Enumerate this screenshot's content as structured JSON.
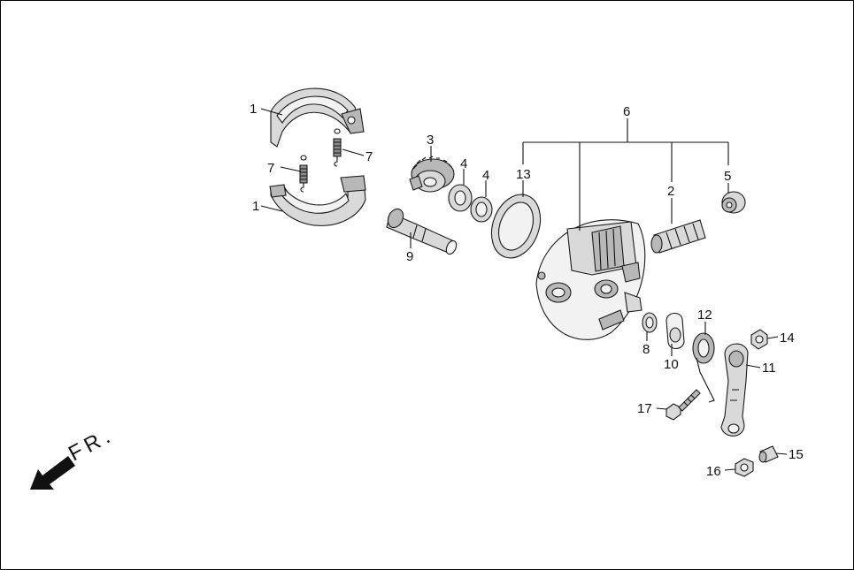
{
  "direction_label": "FR.",
  "callouts": [
    {
      "id": "c1a",
      "text": "1"
    },
    {
      "id": "c1b",
      "text": "1"
    },
    {
      "id": "c2",
      "text": "2"
    },
    {
      "id": "c3",
      "text": "3"
    },
    {
      "id": "c4a",
      "text": "4"
    },
    {
      "id": "c4b",
      "text": "4"
    },
    {
      "id": "c5",
      "text": "5"
    },
    {
      "id": "c6",
      "text": "6"
    },
    {
      "id": "c7a",
      "text": "7"
    },
    {
      "id": "c7b",
      "text": "7"
    },
    {
      "id": "c8",
      "text": "8"
    },
    {
      "id": "c9",
      "text": "9"
    },
    {
      "id": "c10",
      "text": "10"
    },
    {
      "id": "c11",
      "text": "11"
    },
    {
      "id": "c12",
      "text": "12"
    },
    {
      "id": "c13",
      "text": "13"
    },
    {
      "id": "c14",
      "text": "14"
    },
    {
      "id": "c15",
      "text": "15"
    },
    {
      "id": "c16",
      "text": "16"
    },
    {
      "id": "c17",
      "text": "17"
    }
  ]
}
